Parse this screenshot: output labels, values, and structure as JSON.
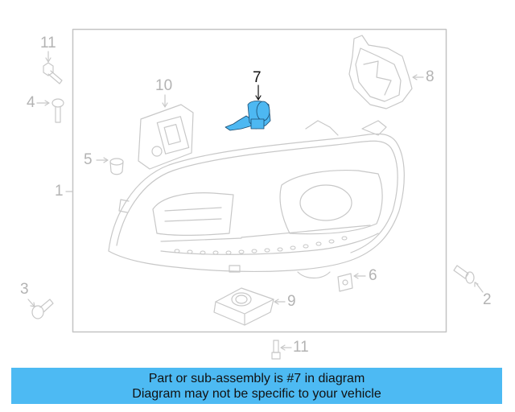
{
  "diagram": {
    "highlight_color": "#4db8f2",
    "line_color": "#c8c8c8",
    "highlighted_part": "7",
    "callouts": [
      {
        "id": "1",
        "label": "1"
      },
      {
        "id": "2",
        "label": "2"
      },
      {
        "id": "3",
        "label": "3"
      },
      {
        "id": "4",
        "label": "4"
      },
      {
        "id": "5",
        "label": "5"
      },
      {
        "id": "6",
        "label": "6"
      },
      {
        "id": "7",
        "label": "7"
      },
      {
        "id": "8",
        "label": "8"
      },
      {
        "id": "9",
        "label": "9"
      },
      {
        "id": "10",
        "label": "10"
      },
      {
        "id": "11a",
        "label": "11"
      },
      {
        "id": "11b",
        "label": "11"
      }
    ]
  },
  "banner": {
    "background": "#4dbaf3",
    "line1": "Part or sub-assembly is #7 in diagram",
    "line2": "Diagram may not be specific to your vehicle"
  }
}
